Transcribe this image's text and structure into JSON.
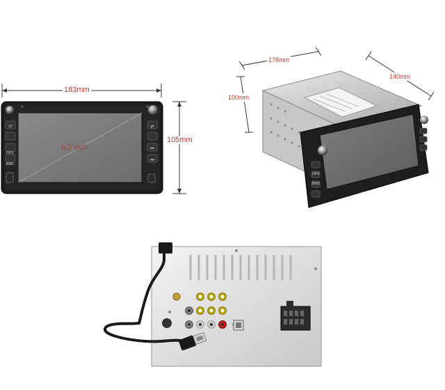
{
  "front_view": {
    "width_label": "183mm",
    "height_label": "105mm",
    "screen_label": "6.2 inch",
    "buttons": [
      "",
      "GPS",
      "BND"
    ]
  },
  "angle_view": {
    "width_label": "178mm",
    "depth_label": "140mm",
    "height_label": "100mm",
    "buttons": [
      "GPS",
      "BND"
    ]
  },
  "rear_view": {}
}
